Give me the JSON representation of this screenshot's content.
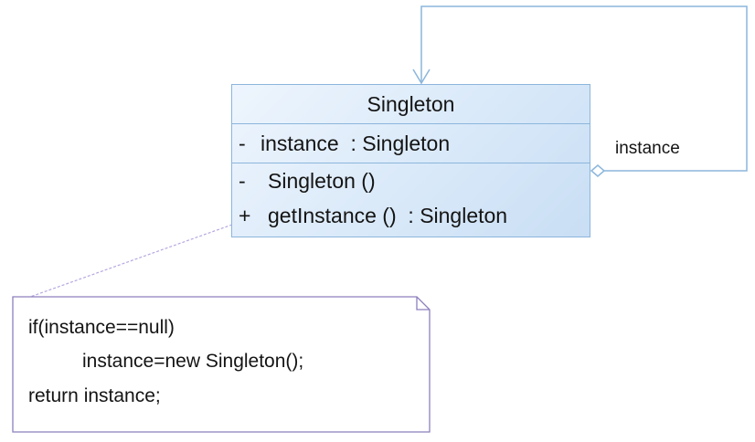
{
  "class": {
    "name": "Singleton",
    "attributes": [
      {
        "visibility": "-",
        "text": "instance  : Singleton"
      }
    ],
    "operations": [
      {
        "visibility": "-",
        "text": "Singleton ()"
      },
      {
        "visibility": "+",
        "text": "getInstance ()  : Singleton"
      }
    ]
  },
  "association": {
    "role_label": "instance"
  },
  "note": {
    "lines": [
      "if(instance==null)",
      "instance=new Singleton();",
      "return instance;"
    ]
  },
  "colors": {
    "class_border": "#8cb6dc",
    "class_fill": "#d9e9f9",
    "association_line": "#8cb6dc",
    "note_border": "#8d7fbe",
    "note_link": "#b7a7e0"
  }
}
